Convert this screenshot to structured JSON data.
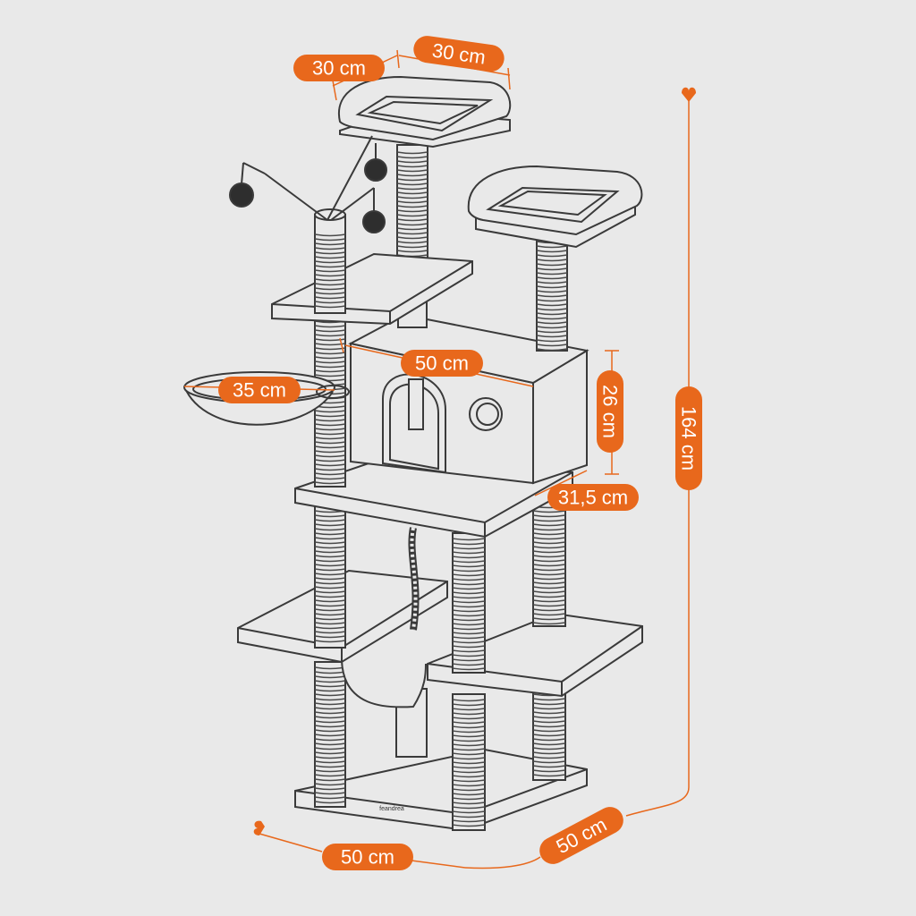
{
  "product": "cat tree",
  "brand_mark": "feandrea",
  "colors": {
    "background": "#e9e9e9",
    "accent": "#e8681c",
    "line": "#3a3a3a",
    "fill": "#e9e9e9",
    "sisal": "#4a4a4a",
    "ball": "#2e2e2e"
  },
  "dimensions": {
    "top_perch_depth": "30 cm",
    "top_perch_width": "30 cm",
    "condo_width": "50 cm",
    "hammock_diameter": "35 cm",
    "condo_height": "26 cm",
    "condo_depth": "31,5 cm",
    "total_height": "164 cm",
    "base_width": "50 cm",
    "base_depth": "50 cm"
  }
}
